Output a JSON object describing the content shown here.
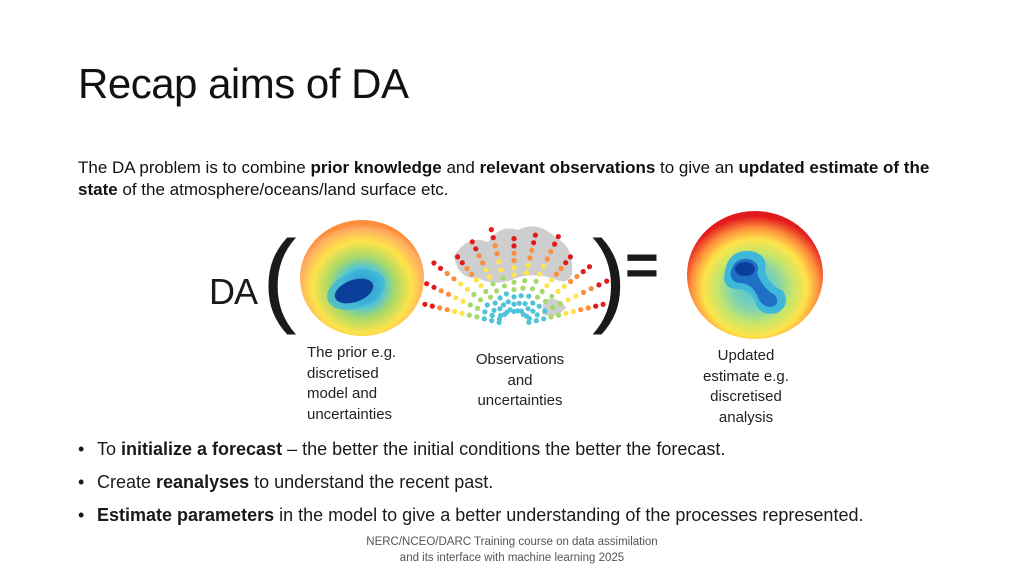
{
  "slide": {
    "title": "Recap aims of DA",
    "intro": {
      "t1": "The DA problem is to combine ",
      "b1": "prior knowledge",
      "t2": " and ",
      "b2": "relevant observations",
      "t3": " to give an ",
      "b3": "updated estimate of the state",
      "t4": " of the atmosphere/oceans/land surface etc."
    },
    "equation": {
      "da": "DA",
      "open": "(",
      "close": ")",
      "equals": "="
    },
    "captions": {
      "prior": [
        "The prior e.g.",
        "discretised",
        "model and",
        "uncertainties"
      ],
      "observations": [
        "Observations",
        "and",
        "uncertainties"
      ],
      "updated": [
        "Updated",
        "estimate e.g.",
        "discretised",
        "analysis"
      ]
    },
    "bullets": [
      {
        "t1": "To ",
        "b": "initialize a forecast",
        "t2": " – the better the initial conditions the better the forecast."
      },
      {
        "t1": "Create ",
        "b": "reanalyses",
        "t2": " to understand the recent past."
      },
      {
        "t1": "",
        "b": "Estimate parameters",
        "t2": " in the model to give a better understanding of the processes represented."
      }
    ],
    "bullet_glyph": "•",
    "footer": [
      "NERC/NCEO/DARC Training course on data assimilation",
      "and its interface with machine learning 2025"
    ]
  },
  "colors": {
    "hot": "#e31a1c",
    "warm": "#fd8d3c",
    "yellow": "#fee34a",
    "green": "#a6d96a",
    "cyan": "#4fc3d9",
    "blue": "#1f6fc4",
    "dark_blue": "#0b3f9a",
    "land_grey": "#bdbdbd"
  },
  "icons": [
    "prior-globe-image",
    "observations-globe-image",
    "analysis-globe-image"
  ]
}
